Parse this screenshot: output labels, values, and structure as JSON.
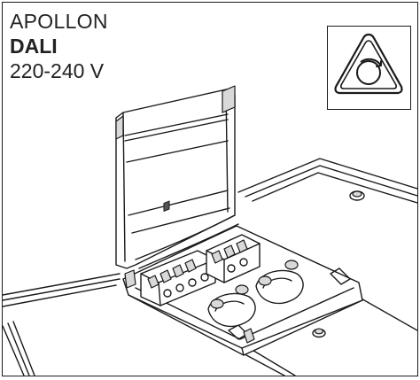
{
  "product": {
    "name": "APOLLON",
    "protocol": "DALI",
    "voltage": "220-240 V"
  },
  "symbol": {
    "icon": "dimmable-triangle-icon"
  },
  "illustration": {
    "subject": "open-terminal-compartment-icon"
  }
}
